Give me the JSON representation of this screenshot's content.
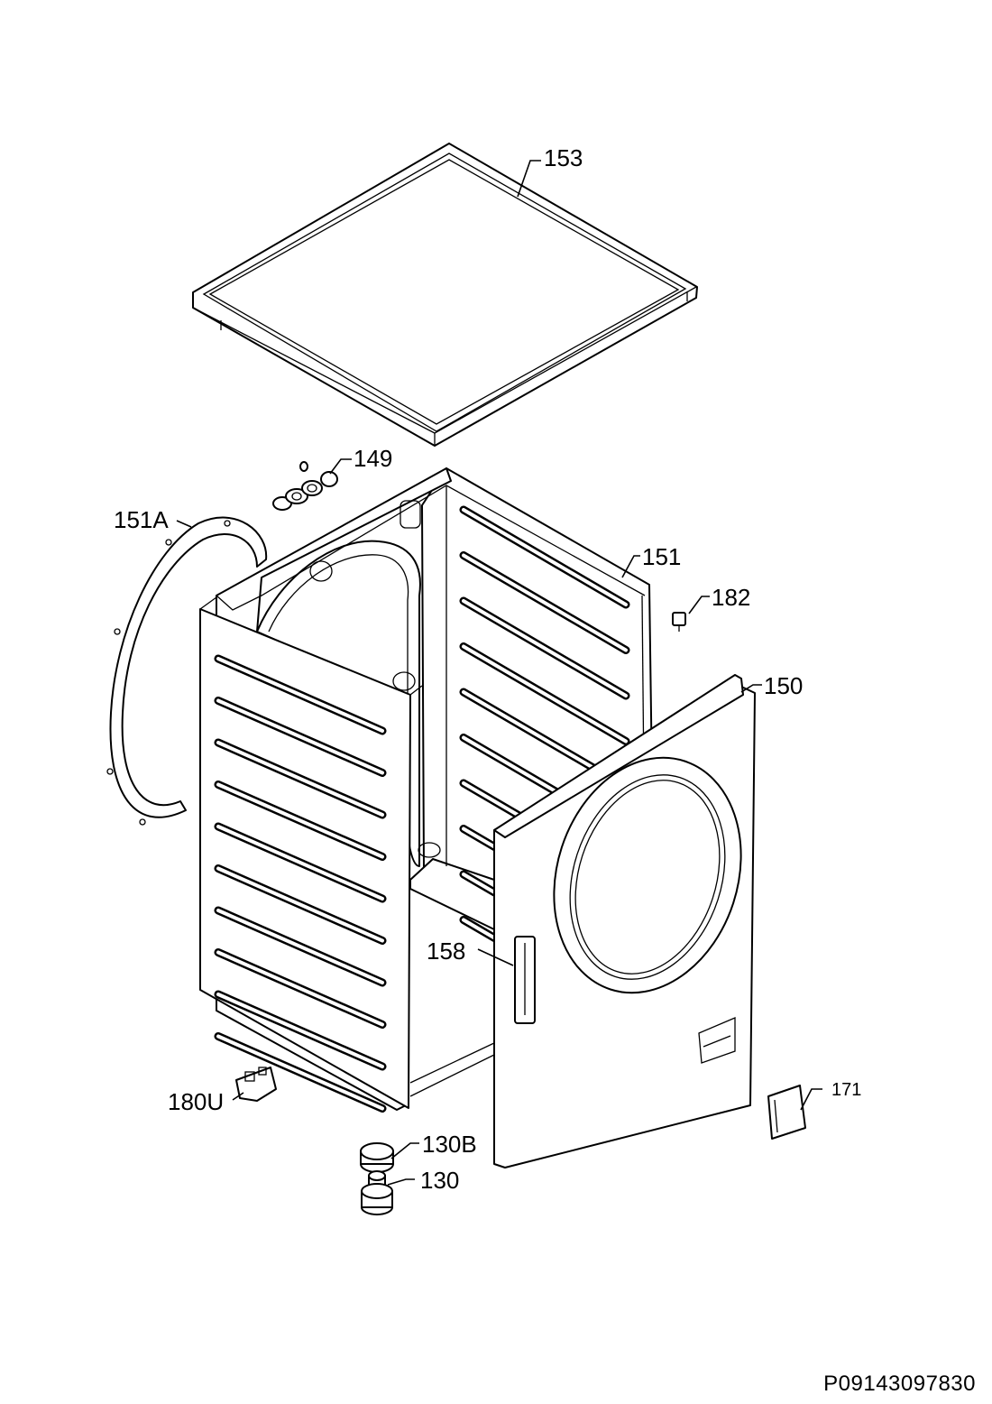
{
  "diagram": {
    "labels": [
      {
        "id": "lbl-153",
        "text": "153"
      },
      {
        "id": "lbl-149",
        "text": "149"
      },
      {
        "id": "lbl-151A",
        "text": "151A"
      },
      {
        "id": "lbl-151",
        "text": "151"
      },
      {
        "id": "lbl-182",
        "text": "182"
      },
      {
        "id": "lbl-150",
        "text": "150"
      },
      {
        "id": "lbl-158",
        "text": "158"
      },
      {
        "id": "lbl-180U",
        "text": "180U"
      },
      {
        "id": "lbl-171",
        "text": "171"
      },
      {
        "id": "lbl-130B",
        "text": "130B"
      },
      {
        "id": "lbl-130",
        "text": "130"
      }
    ],
    "drawing_code": "P09143097830"
  }
}
